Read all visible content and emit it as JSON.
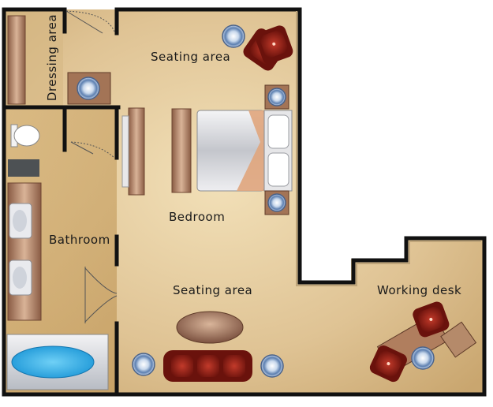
{
  "labels": {
    "dressing_area": "Dressing area",
    "seating_area_top": "Seating area",
    "bedroom": "Bedroom",
    "bathroom": "Bathroom",
    "seating_area_bottom": "Seating area",
    "working_desk": "Working desk"
  },
  "colors": {
    "floor_light": "#efdcb3",
    "floor_mid": "#d9bd8c",
    "floor_dark": "#c4a06a",
    "wall": "#111111",
    "chair_red": "#8c1c14",
    "lamp_blue": "#7fa0c8",
    "wood": "#a87a5a",
    "bathtub_water": "#2aaee8"
  },
  "icons": [
    "lamp-icon",
    "armchair-icon",
    "bed-icon",
    "sofa-icon",
    "table-icon",
    "toilet-icon",
    "sink-icon",
    "bathtub-icon",
    "door-icon"
  ]
}
